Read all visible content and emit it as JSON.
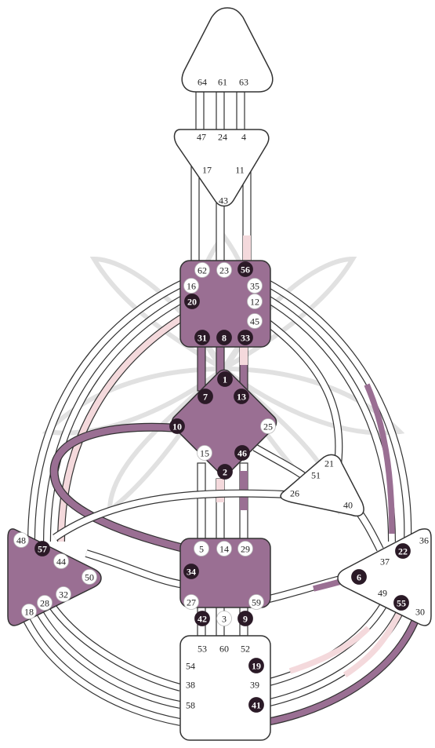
{
  "colors": {
    "defined": "#9a6f93",
    "light_defined": "#f4d9dc",
    "dark_gate": "#2b1a27",
    "white_gate": "#ffffff",
    "outline": "#333333",
    "watermark": "#dcdcdc"
  },
  "centers": [
    {
      "id": "head",
      "name": "head-center",
      "defined": false,
      "gates": [
        "64",
        "61",
        "63"
      ]
    },
    {
      "id": "ajna",
      "name": "ajna-center",
      "defined": false,
      "gates": [
        "47",
        "24",
        "4",
        "17",
        "11",
        "43"
      ]
    },
    {
      "id": "throat",
      "name": "throat-center",
      "defined": true,
      "gates": [
        "62",
        "23",
        "56",
        "16",
        "35",
        "20",
        "12",
        "45",
        "31",
        "8",
        "33"
      ]
    },
    {
      "id": "g",
      "name": "g-center",
      "defined": true,
      "gates": [
        "1",
        "7",
        "13",
        "10",
        "25",
        "15",
        "46",
        "2"
      ]
    },
    {
      "id": "heart",
      "name": "heart-center",
      "defined": false,
      "gates": [
        "21",
        "51",
        "26",
        "40"
      ]
    },
    {
      "id": "sacral",
      "name": "sacral-center",
      "defined": true,
      "gates": [
        "5",
        "14",
        "29",
        "34",
        "27",
        "59",
        "42",
        "3",
        "9"
      ]
    },
    {
      "id": "spleen",
      "name": "spleen-center",
      "defined": true,
      "gates": [
        "48",
        "57",
        "44",
        "50",
        "32",
        "28",
        "18"
      ]
    },
    {
      "id": "solar",
      "name": "solar-plexus-center",
      "defined": false,
      "gates": [
        "36",
        "22",
        "37",
        "6",
        "49",
        "55",
        "30"
      ]
    },
    {
      "id": "root",
      "name": "root-center",
      "defined": false,
      "gates": [
        "53",
        "60",
        "52",
        "54",
        "19",
        "38",
        "39",
        "58",
        "41"
      ]
    }
  ],
  "gates": [
    {
      "n": "64",
      "on": false
    },
    {
      "n": "61",
      "on": false
    },
    {
      "n": "63",
      "on": false
    },
    {
      "n": "47",
      "on": false
    },
    {
      "n": "24",
      "on": false
    },
    {
      "n": "4",
      "on": false
    },
    {
      "n": "17",
      "on": false
    },
    {
      "n": "11",
      "on": false
    },
    {
      "n": "43",
      "on": false
    },
    {
      "n": "62",
      "on": false,
      "circle": true
    },
    {
      "n": "23",
      "on": false,
      "circle": true
    },
    {
      "n": "56",
      "on": true
    },
    {
      "n": "16",
      "on": false,
      "circle": true
    },
    {
      "n": "35",
      "on": false,
      "circle": true
    },
    {
      "n": "20",
      "on": true
    },
    {
      "n": "12",
      "on": false,
      "circle": true
    },
    {
      "n": "45",
      "on": false,
      "circle": true
    },
    {
      "n": "31",
      "on": true
    },
    {
      "n": "8",
      "on": true
    },
    {
      "n": "33",
      "on": true
    },
    {
      "n": "1",
      "on": true
    },
    {
      "n": "7",
      "on": true
    },
    {
      "n": "13",
      "on": true
    },
    {
      "n": "10",
      "on": true
    },
    {
      "n": "25",
      "on": false,
      "circle": true
    },
    {
      "n": "15",
      "on": false,
      "circle": true
    },
    {
      "n": "46",
      "on": true
    },
    {
      "n": "2",
      "on": true
    },
    {
      "n": "21",
      "on": false
    },
    {
      "n": "51",
      "on": false
    },
    {
      "n": "26",
      "on": false
    },
    {
      "n": "40",
      "on": false
    },
    {
      "n": "5",
      "on": false,
      "circle": true
    },
    {
      "n": "14",
      "on": false,
      "circle": true
    },
    {
      "n": "29",
      "on": false,
      "circle": true
    },
    {
      "n": "34",
      "on": true
    },
    {
      "n": "27",
      "on": false,
      "circle": true
    },
    {
      "n": "59",
      "on": false,
      "circle": true
    },
    {
      "n": "42",
      "on": true
    },
    {
      "n": "3",
      "on": false,
      "circle": true
    },
    {
      "n": "9",
      "on": true
    },
    {
      "n": "48",
      "on": false,
      "circle": true
    },
    {
      "n": "57",
      "on": true
    },
    {
      "n": "44",
      "on": false,
      "circle": true
    },
    {
      "n": "50",
      "on": false,
      "circle": true
    },
    {
      "n": "32",
      "on": false,
      "circle": true
    },
    {
      "n": "28",
      "on": false,
      "circle": true
    },
    {
      "n": "18",
      "on": false,
      "circle": true
    },
    {
      "n": "36",
      "on": false
    },
    {
      "n": "22",
      "on": true
    },
    {
      "n": "37",
      "on": false
    },
    {
      "n": "6",
      "on": true
    },
    {
      "n": "49",
      "on": false
    },
    {
      "n": "55",
      "on": true
    },
    {
      "n": "30",
      "on": false
    },
    {
      "n": "53",
      "on": false
    },
    {
      "n": "60",
      "on": false
    },
    {
      "n": "52",
      "on": false
    },
    {
      "n": "54",
      "on": false
    },
    {
      "n": "19",
      "on": true
    },
    {
      "n": "38",
      "on": false
    },
    {
      "n": "39",
      "on": false
    },
    {
      "n": "58",
      "on": false
    },
    {
      "n": "41",
      "on": true
    }
  ]
}
